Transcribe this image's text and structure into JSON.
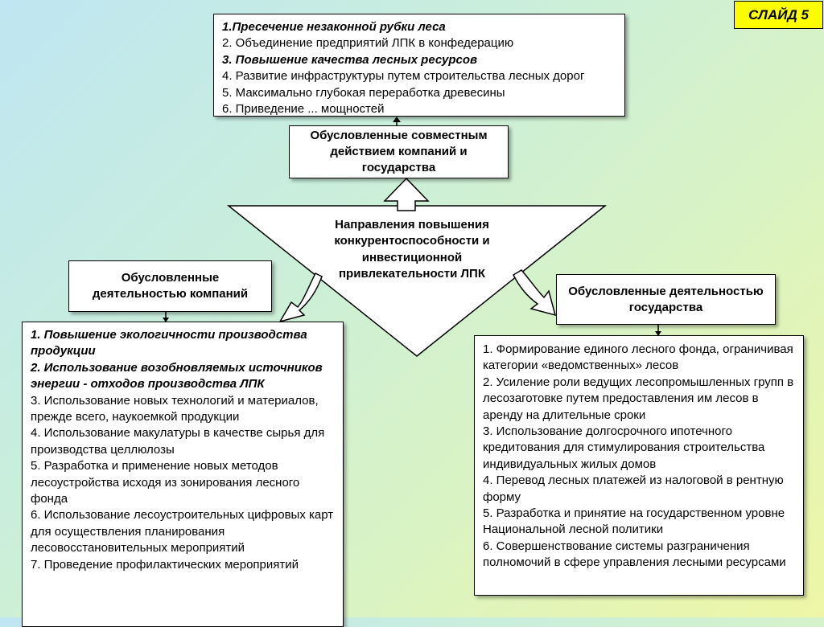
{
  "slide_label": "СЛАЙД 5",
  "center": {
    "title": "Направления повышения конкурентоспособности и инвестиционной привлекательности ЛПК"
  },
  "joint": {
    "header": "Обусловленные совместным действием компаний и государства",
    "items": [
      {
        "text": "1.Пресечение незаконной рубки леса",
        "emphasis": true
      },
      {
        "text": "2. Объединение предприятий ЛПК в конфедерацию",
        "emphasis": false
      },
      {
        "text": "3. Повышение качества лесных ресурсов",
        "emphasis": true
      },
      {
        "text": "4. Развитие инфраструктуры путем строительства лесных дорог",
        "emphasis": false
      },
      {
        "text": "5. Максимально глубокая переработка древесины",
        "emphasis": false
      },
      {
        "text": "6. Приведение ... мощностей",
        "emphasis": false
      }
    ]
  },
  "companies": {
    "header": "Обусловленные деятельностью компаний",
    "items": [
      {
        "text": "1. Повышение экологичности производства продукции",
        "emphasis": true
      },
      {
        "text": " 2. Использование возобновляемых источников энергии - отходов производства ЛПК",
        "emphasis": true
      },
      {
        "text": "3.  Использование новых технологий и материалов, прежде всего, наукоемкой продукции",
        "emphasis": false
      },
      {
        "text": "4. Использование макулатуры в качестве сырья для производства целлюлозы",
        "emphasis": false
      },
      {
        "text": "5. Разработка и применение новых методов лесоустройства исходя из  зонирования лесного фонда",
        "emphasis": false
      },
      {
        "text": "6. Использование лесоустроительных цифровых карт для осуществления планирования лесовосстановительных мероприятий",
        "emphasis": false
      },
      {
        "text": "7. Проведение профилактических мероприятий",
        "emphasis": false
      }
    ]
  },
  "state": {
    "header": "Обусловленные деятельностью государства",
    "items": [
      {
        "text": "1. Формирование единого лесного фонда, ограничивая категории «ведомственных» лесов",
        "emphasis": false
      },
      {
        "text": "2. Усиление роли ведущих лесопромышленных групп в лесозаготовке путем предоставления им лесов в аренду на длительные сроки",
        "emphasis": false
      },
      {
        "text": "3. Использование долгосрочного ипотечного кредитования для стимулирования строительства индивидуальных жилых домов",
        "emphasis": false
      },
      {
        "text": "4. Перевод лесных платежей из налоговой в рентную форму",
        "emphasis": false
      },
      {
        "text": " 5. Разработка и принятие на государственном уровне Национальной лесной политики",
        "emphasis": false
      },
      {
        "text": "6. Совершенствование системы разграничения полномочий в сфере управления лесными ресурсами",
        "emphasis": false
      }
    ]
  }
}
